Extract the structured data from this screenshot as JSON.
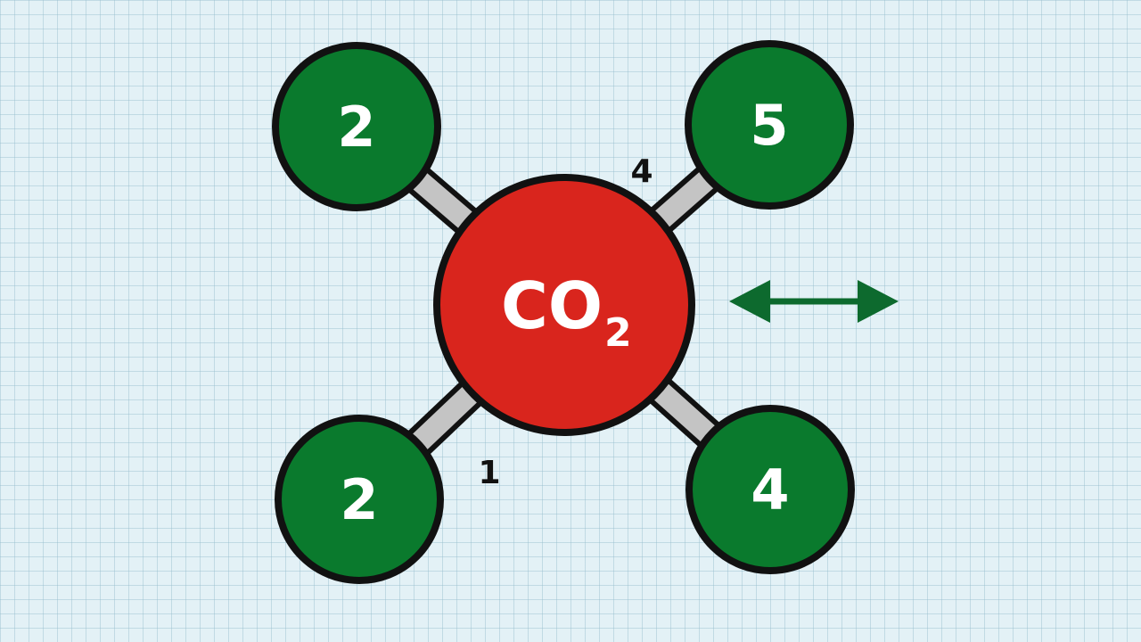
{
  "center": {
    "formula_main": "CO",
    "formula_subscript": "2",
    "color": "#d9251d"
  },
  "atoms": [
    {
      "label": "2",
      "color": "#0a7a2d"
    },
    {
      "label": "5",
      "color": "#0a7a2d"
    },
    {
      "label": "2",
      "color": "#0a7a2d"
    },
    {
      "label": "4",
      "color": "#0a7a2d"
    }
  ],
  "bond_labels": [
    "4",
    "1"
  ],
  "arrow": {
    "icon": "double-headed-arrow-icon",
    "color": "#0d6a2e"
  },
  "colors": {
    "outline": "#111111",
    "bond": "#c4c4c4",
    "grid_background": "#e3f1f6"
  }
}
